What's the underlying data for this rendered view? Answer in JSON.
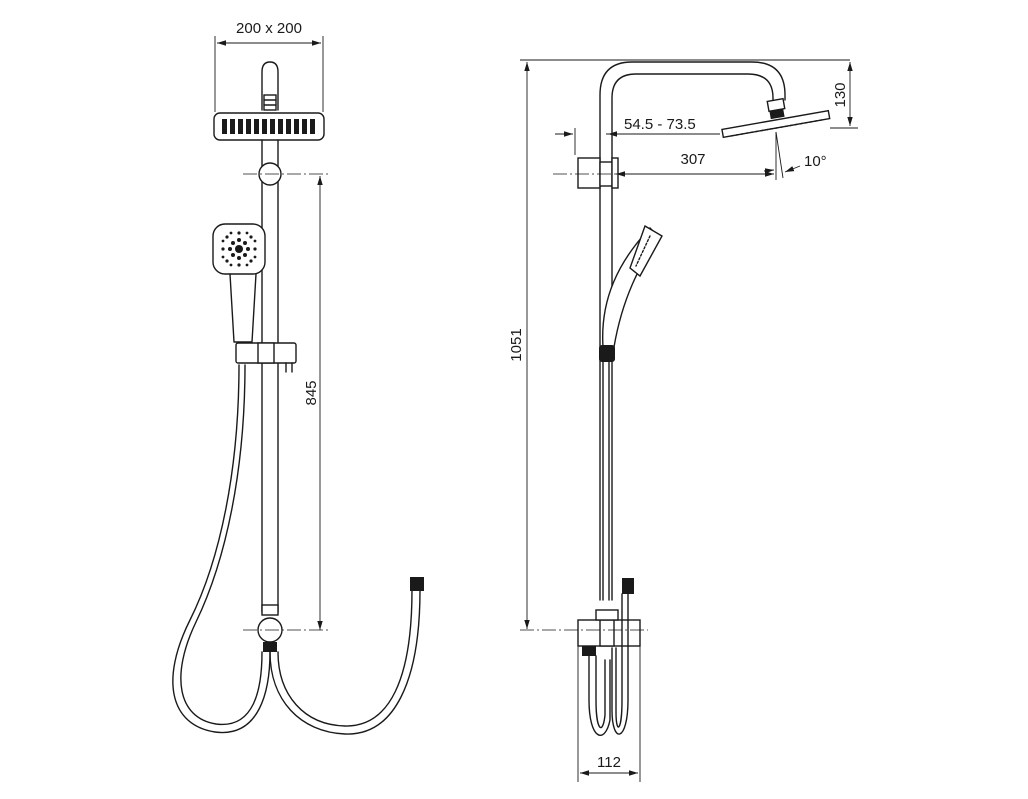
{
  "dimensions": {
    "head_size": "200 x 200",
    "slide_height": "845",
    "total_height": "1051",
    "arm_head_height": "130",
    "wall_distance": "54.5 - 73.5",
    "arm_projection": "307",
    "head_tilt": "10°",
    "base_depth": "112"
  },
  "colors": {
    "line": "#1a1a1a",
    "background": "#ffffff"
  }
}
